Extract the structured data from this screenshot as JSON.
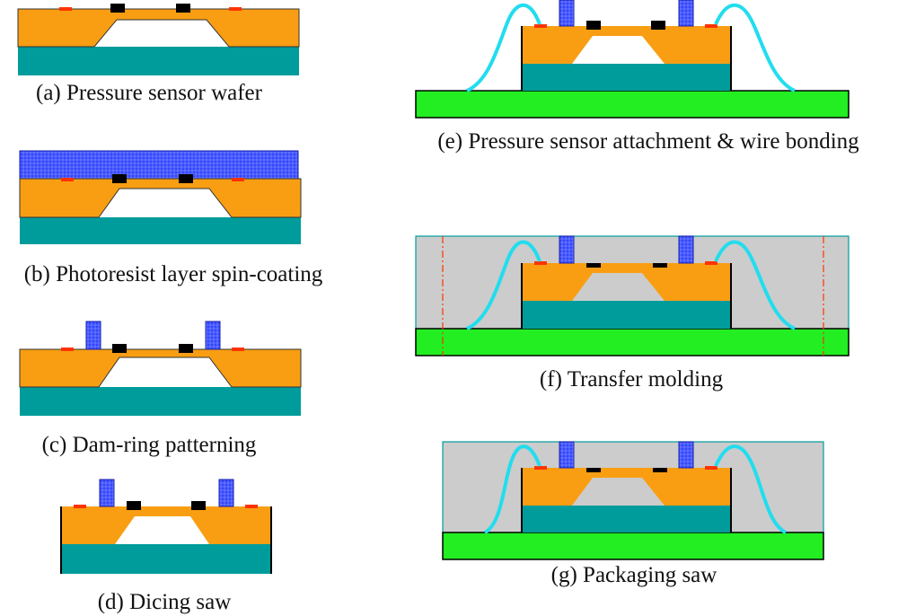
{
  "colors": {
    "silicon": "#f99e12",
    "substrate": "#009c9c",
    "pad_red": "#ff3300",
    "pad_black": "#000000",
    "photoresist": "#3344ff",
    "wire": "#22ddee",
    "board": "#22ee22",
    "molding": "#cccccc",
    "saw_line": "#ff3300"
  },
  "panels": [
    {
      "id": "a",
      "caption": "(a) Pressure sensor wafer"
    },
    {
      "id": "b",
      "caption": "(b) Photoresist layer spin-coating"
    },
    {
      "id": "c",
      "caption": "(c) Dam-ring patterning"
    },
    {
      "id": "d",
      "caption": "(d) Dicing saw"
    },
    {
      "id": "e",
      "caption": "(e) Pressure sensor attachment & wire bonding"
    },
    {
      "id": "f",
      "caption": "(f) Transfer molding"
    },
    {
      "id": "g",
      "caption": "(g) Packaging saw"
    }
  ]
}
